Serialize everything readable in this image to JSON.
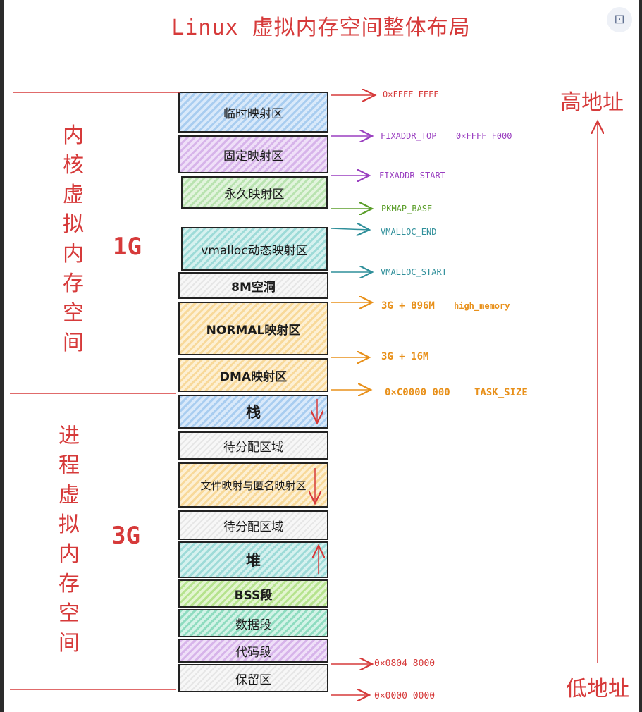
{
  "title": "Linux 虚拟内存空间整体布局",
  "kernel_space": {
    "label": [
      "内",
      "核",
      "虚",
      "拟",
      "内",
      "存",
      "空",
      "间"
    ],
    "size": "1G"
  },
  "user_space": {
    "label": [
      "进",
      "程",
      "虚",
      "拟",
      "内",
      "存",
      "空",
      "间"
    ],
    "size": "3G"
  },
  "high_addr": "高地址",
  "low_addr": "低地址",
  "blocks": [
    {
      "label": "临时映射区"
    },
    {
      "label": "固定映射区"
    },
    {
      "label": "永久映射区"
    },
    {
      "label": "vmalloc动态映射区"
    },
    {
      "label": "8M空洞"
    },
    {
      "label": "NORMAL映射区"
    },
    {
      "label": "DMA映射区"
    },
    {
      "label": "栈"
    },
    {
      "label": "待分配区域"
    },
    {
      "label": "文件映射与匿名映射区"
    },
    {
      "label": "待分配区域"
    },
    {
      "label": "堆"
    },
    {
      "label": "BSS段"
    },
    {
      "label": "数据段"
    },
    {
      "label": "代码段"
    },
    {
      "label": "保留区"
    }
  ],
  "addresses": {
    "top": "0×FFFF FFFF",
    "fixaddr_top": "FIXADDR_TOP",
    "fixaddr_top_val": "0×FFFF F000",
    "fixaddr_start": "FIXADDR_START",
    "pkmap_base": "PKMAP_BASE",
    "vmalloc_end": "VMALLOC_END",
    "vmalloc_start": "VMALLOC_START",
    "high_memory_val": "3G + 896M",
    "high_memory": "high_memory",
    "dma_top": "3G + 16M",
    "task_size_val": "0×C0000 000",
    "task_size": "TASK_SIZE",
    "text_start": "0×0804 8000",
    "bottom": "0×0000 0000"
  },
  "colors": {
    "red": "#d63a3a",
    "purple": "#9a3fc0",
    "green": "#5b9e2a",
    "teal": "#2f8f9a",
    "orange": "#e8901a"
  }
}
